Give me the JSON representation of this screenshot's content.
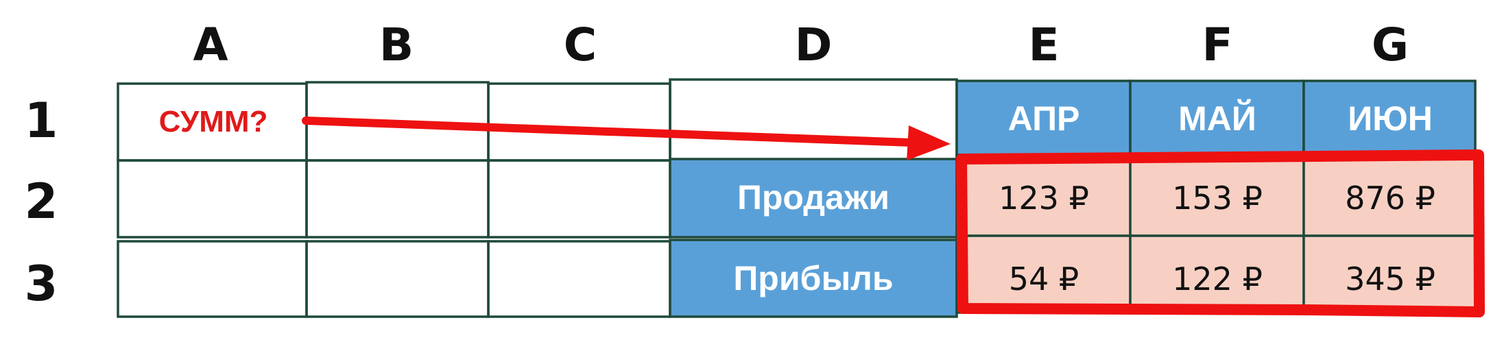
{
  "columns": [
    "A",
    "B",
    "C",
    "D",
    "E",
    "F",
    "G"
  ],
  "rows": [
    "1",
    "2",
    "3"
  ],
  "question": "СУММ?",
  "months": [
    "АПР",
    "МАЙ",
    "ИЮН"
  ],
  "row_labels": [
    "Продажи",
    "Прибыль"
  ],
  "values": [
    [
      "123 ₽",
      "153 ₽",
      "876 ₽"
    ],
    [
      "54 ₽",
      "122 ₽",
      "345 ₽"
    ]
  ],
  "colors": {
    "header_fill": "#5aa0d8",
    "value_fill": "#f7d0c3",
    "highlight": "#ee1111",
    "question": "#e01a1a",
    "grid_line": "#1f4a3a"
  }
}
